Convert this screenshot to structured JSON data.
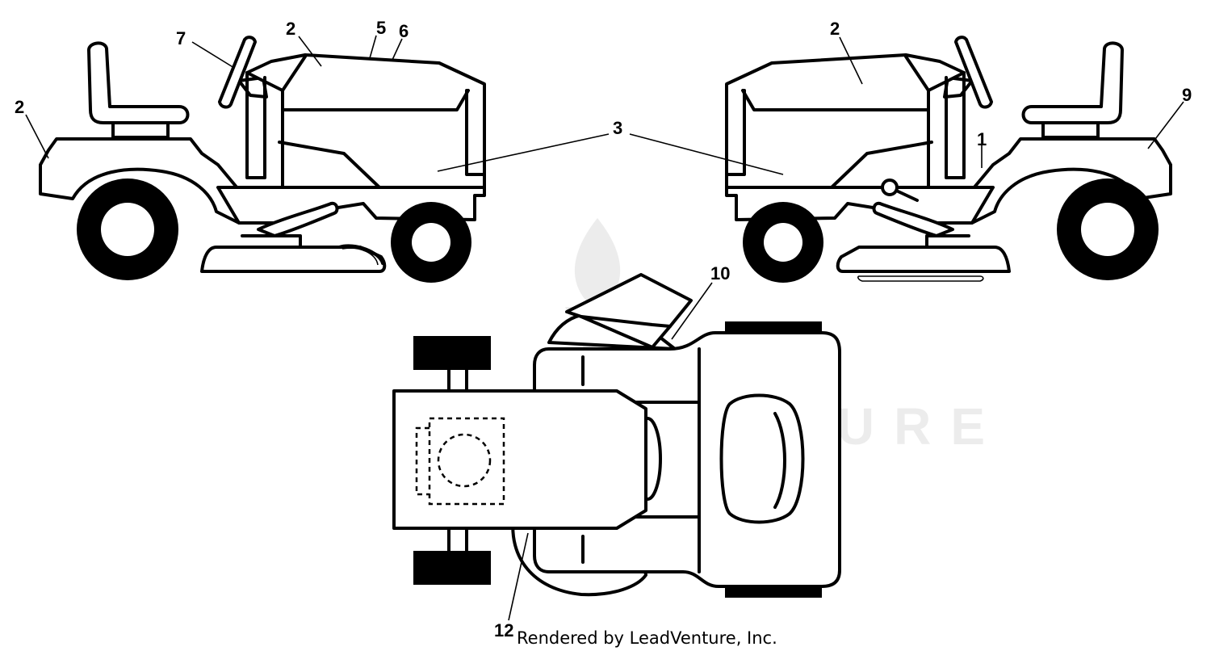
{
  "watermark": {
    "text": "LEADVENTURE"
  },
  "credit": "Rendered by LeadVenture, Inc.",
  "callouts": [
    {
      "id": "left-2-seat",
      "text": "2"
    },
    {
      "id": "left-7",
      "text": "7"
    },
    {
      "id": "left-2-hood",
      "text": "2"
    },
    {
      "id": "left-5",
      "text": "5"
    },
    {
      "id": "left-6",
      "text": "6"
    },
    {
      "id": "center-3",
      "text": "3"
    },
    {
      "id": "right-2-hood",
      "text": "2"
    },
    {
      "id": "right-1",
      "text": "1"
    },
    {
      "id": "right-9",
      "text": "9"
    },
    {
      "id": "top-10",
      "text": "10"
    },
    {
      "id": "top-12",
      "text": "12"
    }
  ]
}
